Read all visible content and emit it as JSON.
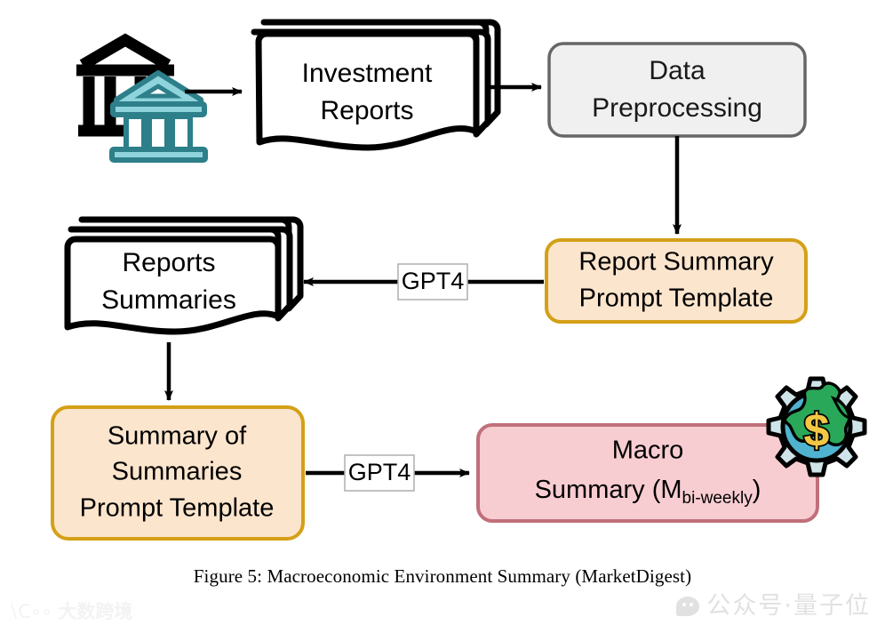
{
  "figure": {
    "caption": "Figure 5: Macroeconomic Environment Summary (MarketDigest)",
    "background": "#ffffff"
  },
  "nodes": {
    "bank_source": {
      "name": "bank-institution-icon",
      "colors": {
        "back_building": "#000000",
        "front_building": "#8fd4dd",
        "front_stroke": "#2d7f8a"
      }
    },
    "investment_reports": {
      "line1": "Investment",
      "line2": "Reports",
      "shape": "document-stack",
      "fill": "#ffffff",
      "stroke": "#000000"
    },
    "data_preprocessing": {
      "line1": "Data",
      "line2": "Preprocessing",
      "fill": "#f0f0f0",
      "stroke": "#666666"
    },
    "report_summary_prompt": {
      "line1": "Report Summary",
      "line2": "Prompt Template",
      "fill": "#fce5cd",
      "stroke": "#d4a017"
    },
    "reports_summaries": {
      "line1": "Reports",
      "line2": "Summaries",
      "shape": "document-stack",
      "fill": "#ffffff",
      "stroke": "#000000"
    },
    "summary_of_summaries_prompt": {
      "line1": "Summary of",
      "line2": "Summaries",
      "line3": "Prompt Template",
      "fill": "#fce5cd",
      "stroke": "#d4a017"
    },
    "macro_summary": {
      "line1": "Macro",
      "line2_main": "Summary (M",
      "line2_sub": "bi-weekly",
      "line2_end": ")",
      "fill": "#f8cdd1",
      "stroke": "#c0707a"
    },
    "globe_gear": {
      "name": "globe-gear-dollar-icon",
      "colors": {
        "gear": "#cfe4e8",
        "ocean": "#4fb3cf",
        "land": "#2aa85a",
        "dollar": "#f2c744",
        "stroke": "#000000"
      }
    }
  },
  "edges": [
    {
      "id": "bank-to-reports",
      "label": ""
    },
    {
      "id": "reports-to-preprocessing",
      "label": ""
    },
    {
      "id": "preprocessing-to-report-prompt",
      "label": ""
    },
    {
      "id": "report-prompt-to-summaries",
      "label": "GPT4"
    },
    {
      "id": "summaries-to-sos-prompt",
      "label": ""
    },
    {
      "id": "sos-prompt-to-macro",
      "label": "GPT4"
    }
  ],
  "edge_labels": {
    "gpt4_upper": "GPT4",
    "gpt4_lower": "GPT4",
    "box_fill": "#ffffff",
    "box_stroke": "#b3b3b3"
  },
  "watermarks": {
    "left": {
      "text": "大数跨境",
      "glyph": "∖C∘∘",
      "color": "#f2f2f2"
    },
    "right": {
      "text": "公众号·量子位",
      "color": "#c9c9c9",
      "icon": "wechat-bubble-icon"
    }
  }
}
